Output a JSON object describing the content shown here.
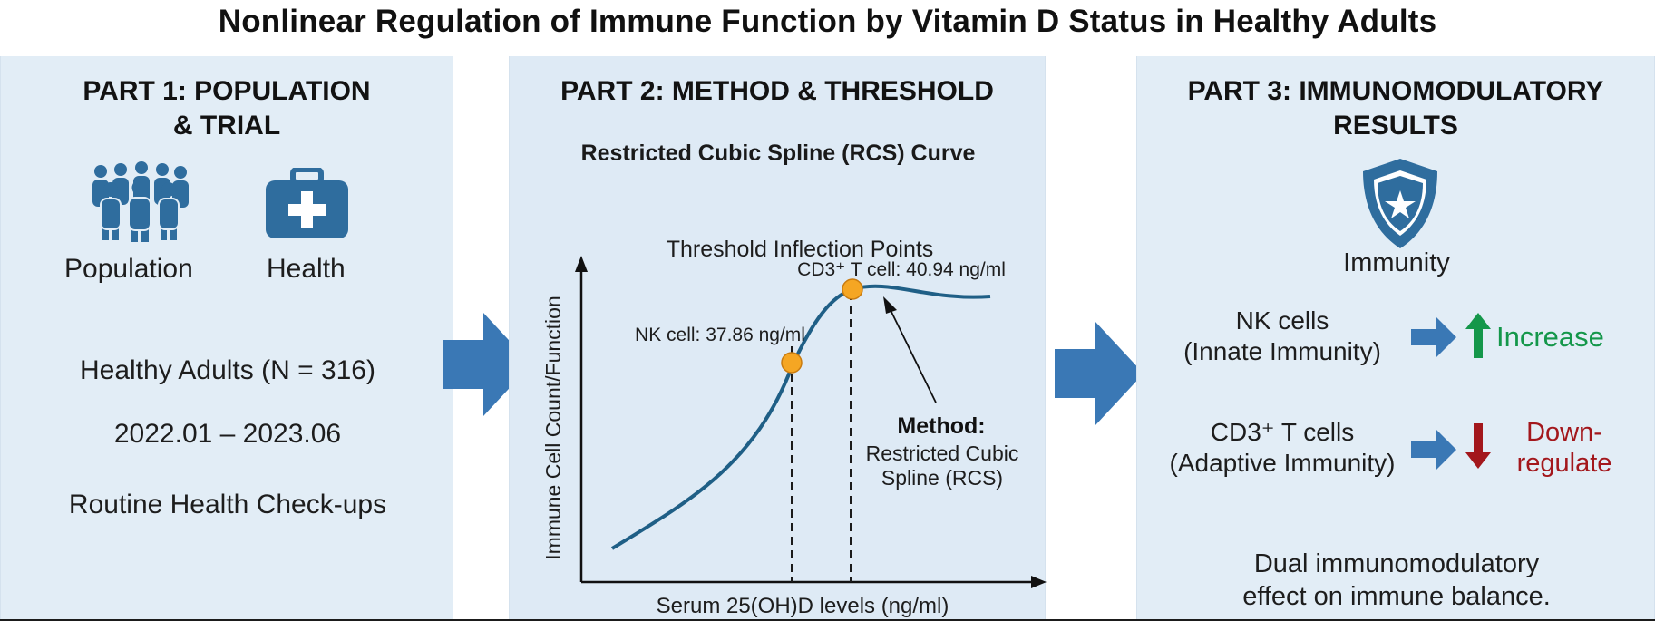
{
  "title": "Nonlinear Regulation of Immune Function by Vitamin D Status in Healthy Adults",
  "part1": {
    "heading_line1": "PART 1: POPULATION",
    "heading_line2": "& TRIAL",
    "icons": [
      {
        "name": "population-icon",
        "label": "Population"
      },
      {
        "name": "health-kit-icon",
        "label": "Health"
      }
    ],
    "details": [
      "Healthy Adults (N = 316)",
      "2022.01 – 2023.06",
      "Routine Health Check-ups"
    ]
  },
  "part2": {
    "heading": "PART 2: METHOD & THRESHOLD",
    "subheading": "Restricted Cubic Spline (RCS) Curve",
    "chart_title": "Threshold Inflection Points",
    "method_label": "Method:",
    "method_text_line1": "Restricted Cubic",
    "method_text_line2": "Spline (RCS)"
  },
  "part3": {
    "heading_line1": "PART 3: IMMUNOMODULATORY",
    "heading_line2": "RESULTS",
    "icon_label": "Immunity",
    "results": [
      {
        "cell_line1": "NK cells",
        "cell_line2": "(Innate Immunity)",
        "effect": "Increase",
        "direction": "up",
        "color": "#14974a"
      },
      {
        "cell_line1": "CD3⁺ T cells",
        "cell_line2": "(Adaptive Immunity)",
        "effect_line1": "Down-",
        "effect_line2": "regulate",
        "direction": "down",
        "color": "#a3171c"
      }
    ],
    "conclusion_line1": "Dual immunomodulatory",
    "conclusion_line2": "effect on immune balance."
  },
  "colors": {
    "panel_bg": "#e2edf6",
    "arrow_blue": "#3a78b5",
    "curve": "#1f5f86",
    "point": "#f5a623",
    "icon_blue": "#2f6d9e"
  },
  "chart_data": {
    "type": "line",
    "title": "Threshold Inflection Points",
    "xlabel": "Serum 25(OH)D levels (ng/ml)",
    "ylabel": "Immune Cell Count/Function",
    "series": [],
    "annotations": [
      {
        "label": "NK cell: 37.86 ng/ml",
        "x": 37.86
      },
      {
        "label": "CD3⁺ T cell: 40.94 ng/ml",
        "x": 40.94
      }
    ],
    "grid": false
  }
}
